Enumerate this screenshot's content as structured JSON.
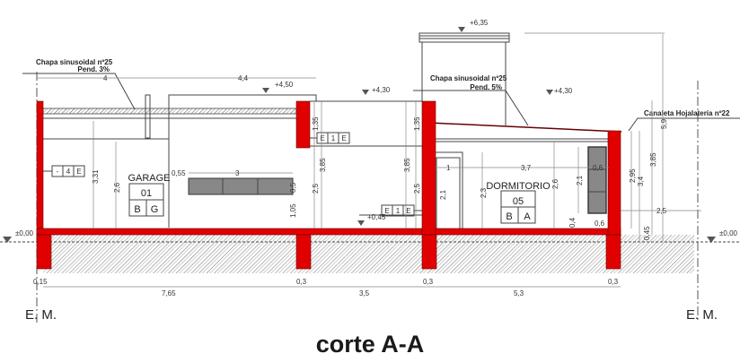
{
  "title": "corte A-A",
  "colors": {
    "wall": "#e00000",
    "line": "#444444",
    "window_glass": "#808080"
  },
  "annotations": {
    "roof_left": {
      "line1": "Chapa sinusoidal nº25",
      "line2": "Pend. 3%"
    },
    "roof_right": {
      "line1": "Chapa sinusoidal nº25",
      "line2": "Pend. 5%"
    },
    "gutter": "Canaleta Hojalatería nº22"
  },
  "levels": {
    "l450": "+4,50",
    "l430a": "+4,30",
    "l430b": "+4,30",
    "l635": "+6,35",
    "l045": "+0,45",
    "l000_left": "±0,00",
    "l000_right": "±0,00"
  },
  "rooms": {
    "garage": {
      "name": "GARAGE",
      "number": "01",
      "code1": "B",
      "code2": "G"
    },
    "dormitorio": {
      "name": "DORMITORIO",
      "number": "05",
      "code1": "B",
      "code2": "A"
    }
  },
  "tags": {
    "left": [
      "-",
      "4",
      "E"
    ],
    "mid_upper": [
      "E",
      "1",
      "E"
    ],
    "mid_lower": [
      "E",
      "1",
      "E"
    ]
  },
  "dimensions": {
    "top_4": "4",
    "top_44": "4,4",
    "g_331": "3,31",
    "g_26": "2,6",
    "g_055": "0,55",
    "g_3": "3",
    "g_05": "0,5",
    "g_105": "1,05",
    "m_135a": "1,35",
    "m_385a": "3,85",
    "m_25a": "2,5",
    "m_135b": "1,35",
    "m_385b": "3,85",
    "m_25b": "2,5",
    "d_1": "1",
    "d_37": "3,7",
    "d_21a": "2,1",
    "d_23": "2,3",
    "d_26": "2,6",
    "d_21b": "2,1",
    "d_06a": "0,6",
    "d_04": "0,4",
    "d_06b": "0,6",
    "r_295": "2,95",
    "r_34": "3,4",
    "r_385": "3,85",
    "r_59": "5,9",
    "r_25": "2,5",
    "r_045": "0,45",
    "b_015": "0,15",
    "b_765": "7,65",
    "b_03a": "0,3",
    "b_35": "3,5",
    "b_03b": "0,3",
    "b_53": "5,3",
    "b_03c": "0,3"
  },
  "axis_labels": {
    "left": "E. M.",
    "right": "E. M."
  }
}
